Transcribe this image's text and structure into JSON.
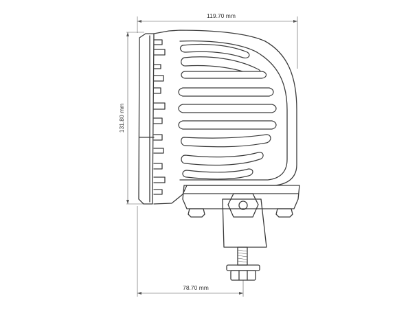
{
  "dimensions": {
    "width_overall": "119.70 mm",
    "height_overall": "131.80 mm",
    "bracket_offset": "78.70 mm"
  },
  "colors": {
    "line": "#3a3a3a",
    "dimension_line": "#555555",
    "text": "#333333",
    "background": "#ffffff"
  }
}
